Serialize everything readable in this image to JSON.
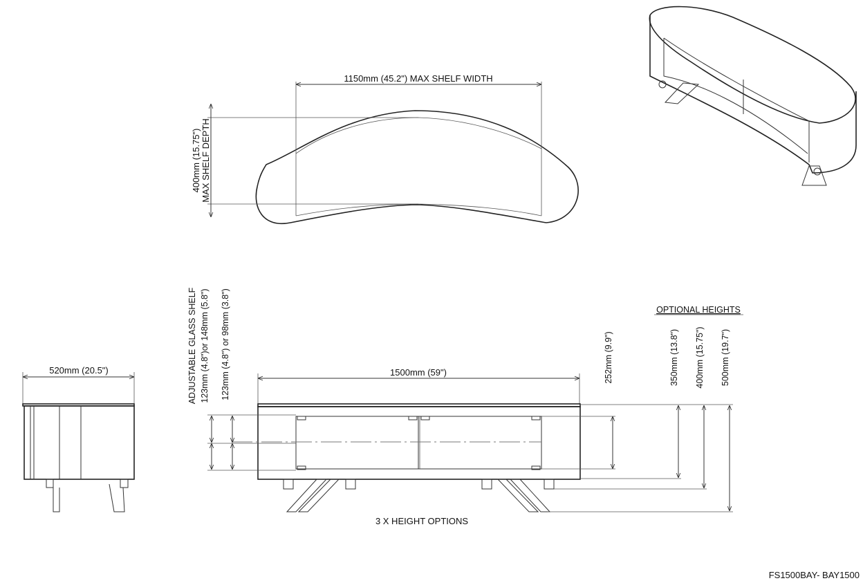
{
  "top_view": {
    "width_label": "1150mm (45.2\") MAX SHELF WIDTH",
    "depth_label_line1": "400mm (15.75\")",
    "depth_label_line2": "MAX SHELF DEPTH"
  },
  "side_view": {
    "width_label": "520mm (20.5\")"
  },
  "front_view": {
    "width_label": "1500mm (59\")",
    "shelf_label_line1": "ADJUSTABLE GLASS  SHELF",
    "shelf_label_line2": "123mm (4.8\")or 148mm (5.8\")",
    "shelf_label_line3": "123mm (4.8\") or  98mm (3.8\")",
    "height_label": "252mm (9.9\")",
    "optional_heights_title": "OPTIONAL HEIGHTS",
    "optional_heights": [
      "350mm (13.8\")",
      "400mm (15.75\")",
      "500mm (19.7\")"
    ],
    "height_options_label": "3 X HEIGHT OPTIONS"
  },
  "footer": {
    "model_code": "FS1500BAY- BAY1500"
  },
  "colors": {
    "line": "#222222",
    "background": "#ffffff"
  }
}
